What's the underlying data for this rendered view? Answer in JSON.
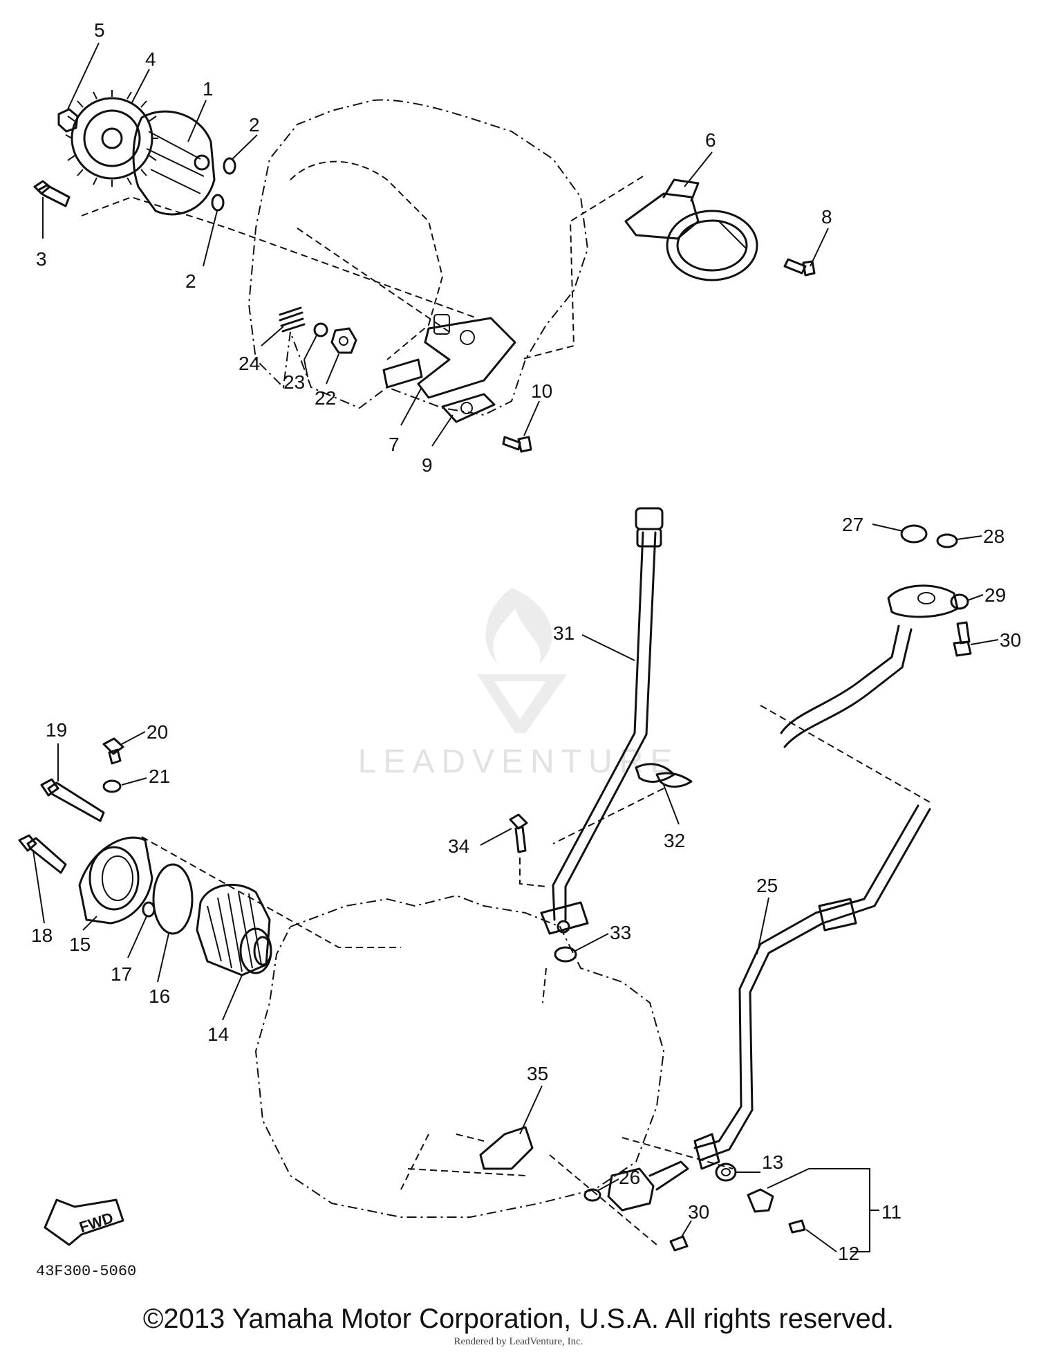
{
  "diagram": {
    "catalog_number": "43F300-5060",
    "fwd_badge": "FWD",
    "copyright": "©2013 Yamaha Motor Corporation, U.S.A. All rights reserved.",
    "rendered_by": "Rendered by LeadVenture, Inc.",
    "watermark": "LEADVENTURE",
    "callouts": [
      "1",
      "2",
      "2",
      "3",
      "4",
      "5",
      "6",
      "7",
      "8",
      "9",
      "10",
      "11",
      "12",
      "13",
      "14",
      "15",
      "16",
      "17",
      "18",
      "19",
      "20",
      "21",
      "22",
      "23",
      "24",
      "25",
      "26",
      "27",
      "28",
      "29",
      "30",
      "30",
      "31",
      "32",
      "33",
      "34",
      "35"
    ]
  }
}
